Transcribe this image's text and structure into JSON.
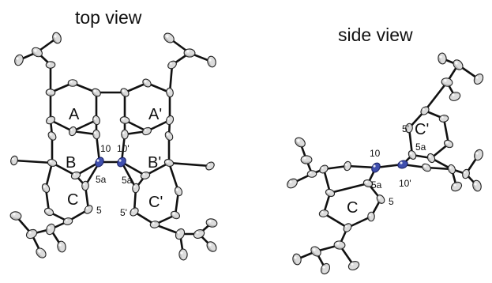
{
  "titles": {
    "top": "top view",
    "side": "side view"
  },
  "top_view": {
    "rings": {
      "A": "A",
      "A_prime": "A'",
      "B": "B",
      "B_prime": "B'",
      "C": "C",
      "C_prime": "C'"
    },
    "atom_labels": {
      "n10": "10",
      "n10_prime": "10'",
      "c5a": "5a",
      "c5a_prime": "5a",
      "c5": "5",
      "c5_prime": "5'"
    }
  },
  "side_view": {
    "rings": {
      "C": "C",
      "C_prime": "C'"
    },
    "atom_labels": {
      "n10": "10",
      "n10_prime": "10'",
      "c5a": "5a",
      "c5a_prime": "5a",
      "c5": "5",
      "c5_prime": "5'"
    }
  },
  "colors": {
    "bond": "#111111",
    "carbon": "#dcdcdc",
    "nitrogen": "#3f4fae"
  }
}
